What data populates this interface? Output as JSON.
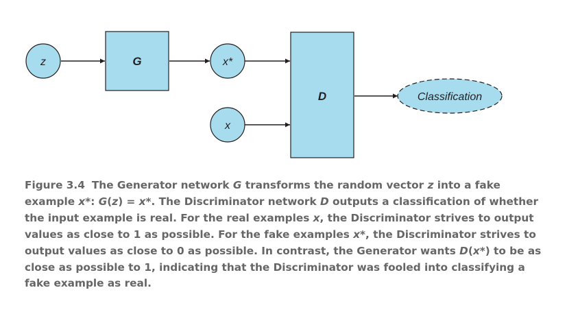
{
  "colors": {
    "node_fill": "#a7dcef",
    "stroke": "#231f20",
    "caption_text": "#666666"
  },
  "diagram": {
    "nodes": {
      "z": "z",
      "g": "G",
      "x_star": "x*",
      "x": "x",
      "d": "D",
      "classification": "Classification"
    }
  },
  "caption": {
    "label": "Figure 3.4",
    "parts": [
      "The Generator network ",
      "G",
      " transforms the random vector ",
      "z",
      " into a fake example ",
      "x",
      "*: ",
      "G",
      "(",
      "z",
      ") = ",
      "x",
      "*. The Discriminator network ",
      "D",
      " outputs a classification of whether the input example is real. For the real examples ",
      "x",
      ", the Discriminator strives to output values as close to 1 as possible. For the fake examples ",
      "x",
      "*, the Discriminator strives to output values as close to 0 as possible. In contrast, the Generator wants ",
      "D",
      "(",
      "x",
      "*) to be as close as possible to 1, indicating that the Discriminator was fooled into classifying a fake example as real."
    ]
  }
}
